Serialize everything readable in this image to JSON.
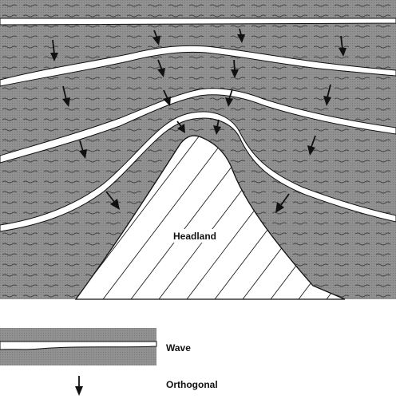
{
  "figure": {
    "headland_label": "Headland",
    "legend": {
      "wave_label": "Wave",
      "orthogonal_label": "Orthogonal"
    },
    "colors": {
      "water": "#8f8f8f",
      "crest": "#ffffff",
      "outline": "#111111",
      "land": "#ffffff",
      "hatch": "#222222"
    }
  }
}
